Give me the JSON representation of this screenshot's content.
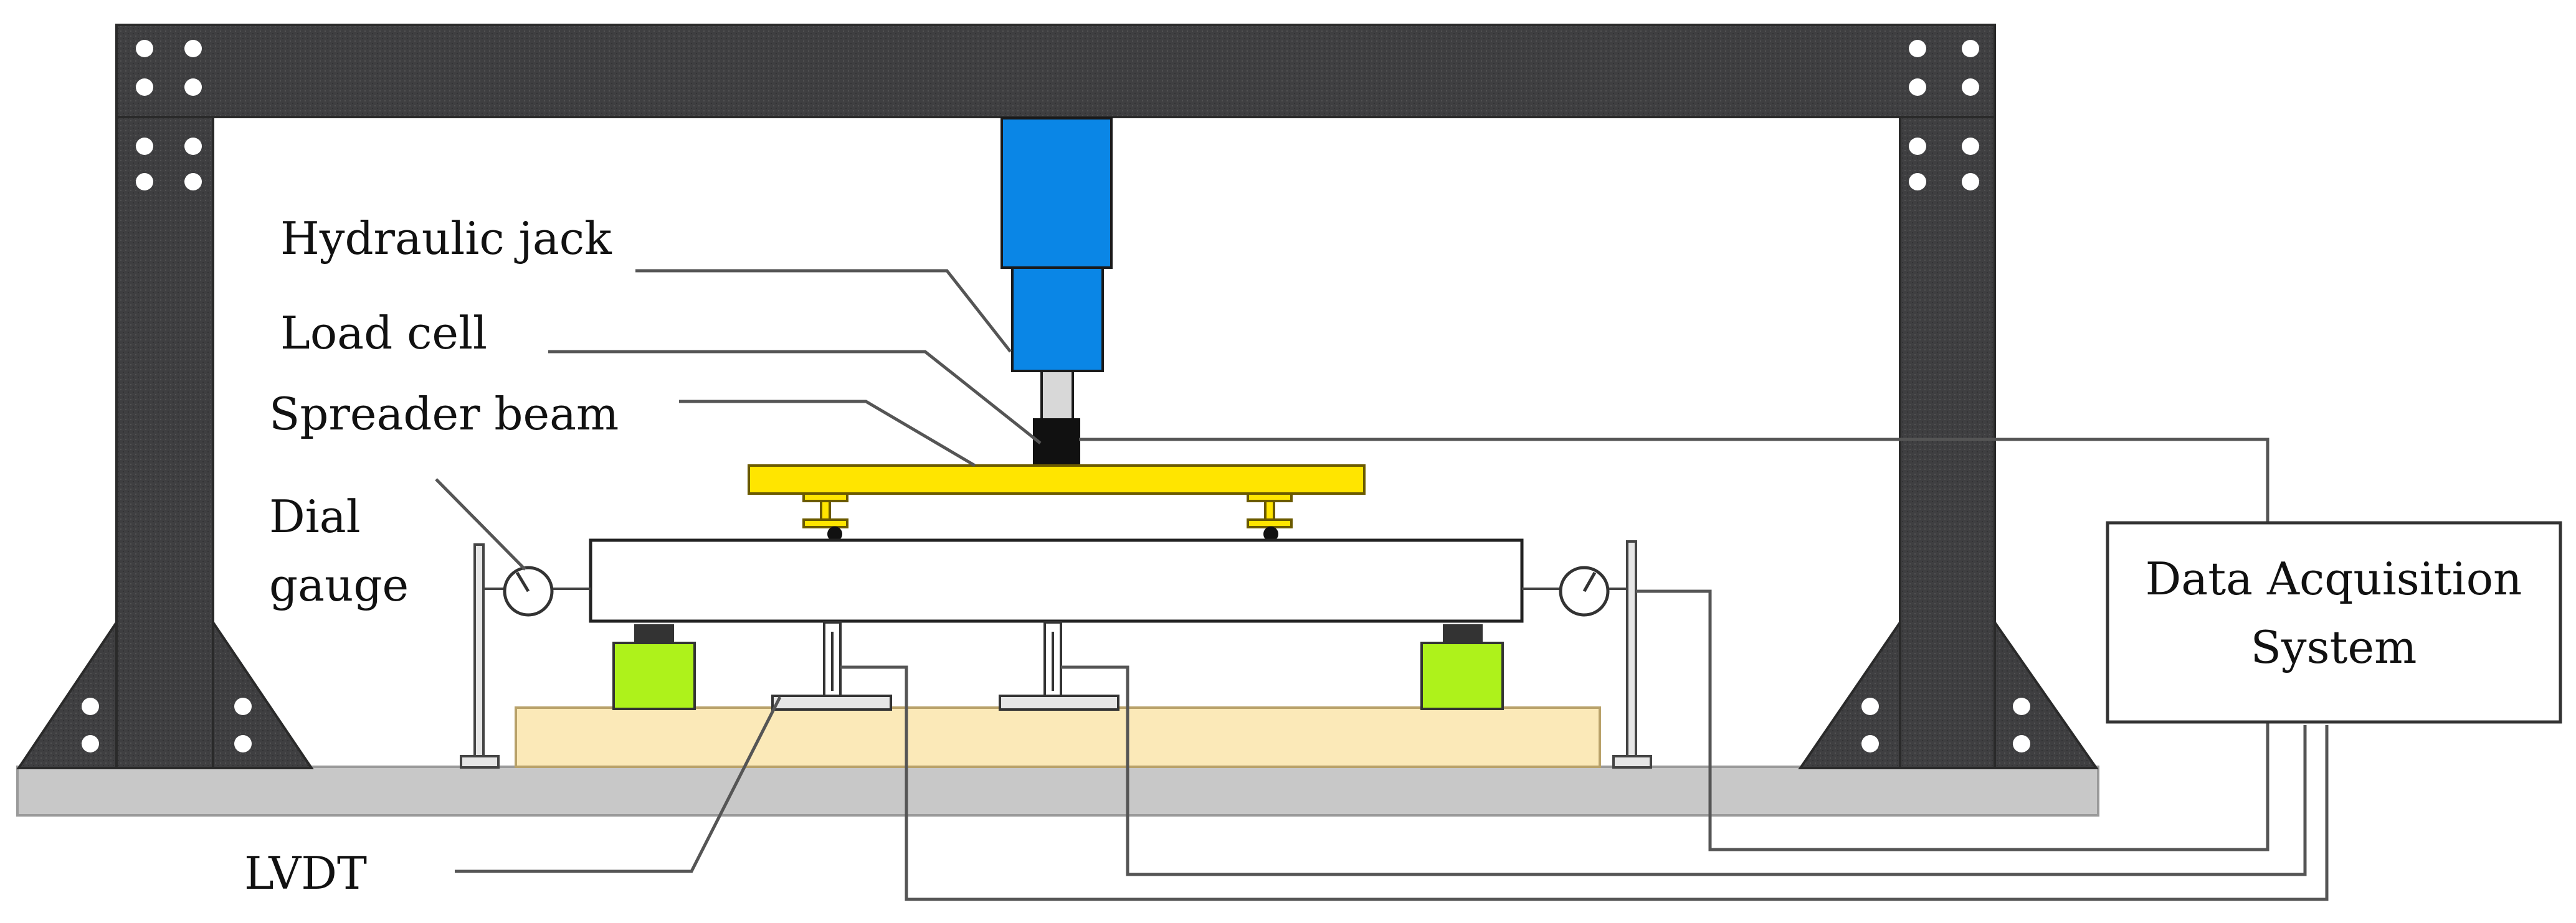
{
  "diagram": {
    "labels": {
      "hydraulic_jack": "Hydraulic jack",
      "load_cell": "Load cell",
      "spreader_beam": "Spreader beam",
      "dial_gauge_line1": "Dial",
      "dial_gauge_line2": "gauge",
      "lvdt": "LVDT",
      "daq_line1": "Data Acquisition",
      "daq_line2": "System"
    },
    "colors": {
      "frame": "#3f3f41",
      "frame_bolt": "#ffffff",
      "jack": "#0a86e6",
      "load_cell": "#111111",
      "spreader_beam": "#ffe500",
      "support_block": "#aef21b",
      "base_plate": "#fbe9b8",
      "floor": "#c8c8c8",
      "wire": "#555555"
    }
  }
}
